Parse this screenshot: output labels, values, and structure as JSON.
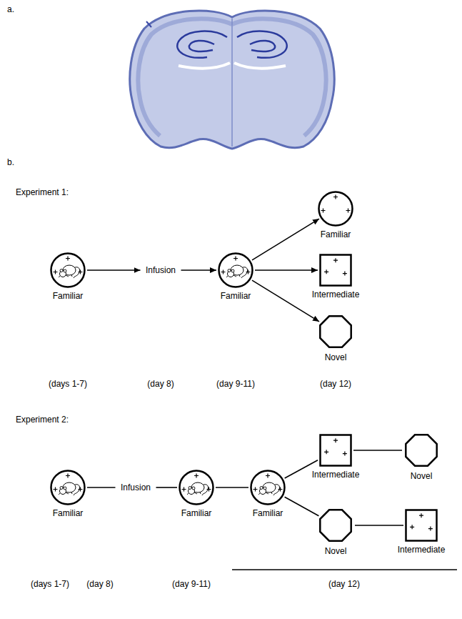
{
  "diagram": {
    "nodes": [
      {
        "text": [
          "Familiar"
        ]
      },
      {
        "text": [
          "Infusion"
        ]
      },
      {
        "text": [
          "Familiar"
        ]
      },
      {
        "text": [
          "Familiar"
        ]
      },
      {
        "text": [
          "Intermediate"
        ]
      },
      {
        "text": [
          "Novel"
        ]
      },
      {
        "text": [
          "Familiar"
        ]
      },
      {
        "text": [
          "Infusion"
        ]
      },
      {
        "text": [
          "Familiar"
        ]
      },
      {
        "text": [
          "Familiar"
        ]
      },
      {
        "text": [
          "Intermediate"
        ]
      },
      {
        "text": [
          "Novel"
        ]
      },
      {
        "text": [
          "Novel"
        ]
      },
      {
        "text": [
          "Intermediate"
        ]
      }
    ],
    "edges": [
      {
        "from": 0,
        "to": 1,
        "arrow": "to"
      },
      {
        "from": 1,
        "to": 2,
        "arrow": "to"
      },
      {
        "from": 2,
        "to": 3,
        "arrow": "to"
      },
      {
        "from": 2,
        "to": 4,
        "arrow": "to"
      },
      {
        "from": 2,
        "to": 5,
        "arrow": "to"
      },
      {
        "from": 6,
        "to": 7,
        "arrow": "none"
      },
      {
        "from": 7,
        "to": 8,
        "arrow": "none"
      },
      {
        "from": 8,
        "to": 9,
        "arrow": "none"
      },
      {
        "from": 9,
        "to": 10,
        "arrow": "none"
      },
      {
        "from": 9,
        "to": 12,
        "arrow": "none"
      },
      {
        "from": 10,
        "to": 11,
        "arrow": "none"
      },
      {
        "from": 12,
        "to": 13,
        "arrow": "none"
      }
    ],
    "labels": [
      "a.",
      "b.",
      "Experiment 1:",
      "(days 1-7)",
      "(day 8)",
      "(day 9-11)",
      "(day 12)",
      "Experiment 2:",
      "(days 1-7)",
      "(day 8)",
      "(day 9-11)",
      "(day 12)"
    ]
  }
}
